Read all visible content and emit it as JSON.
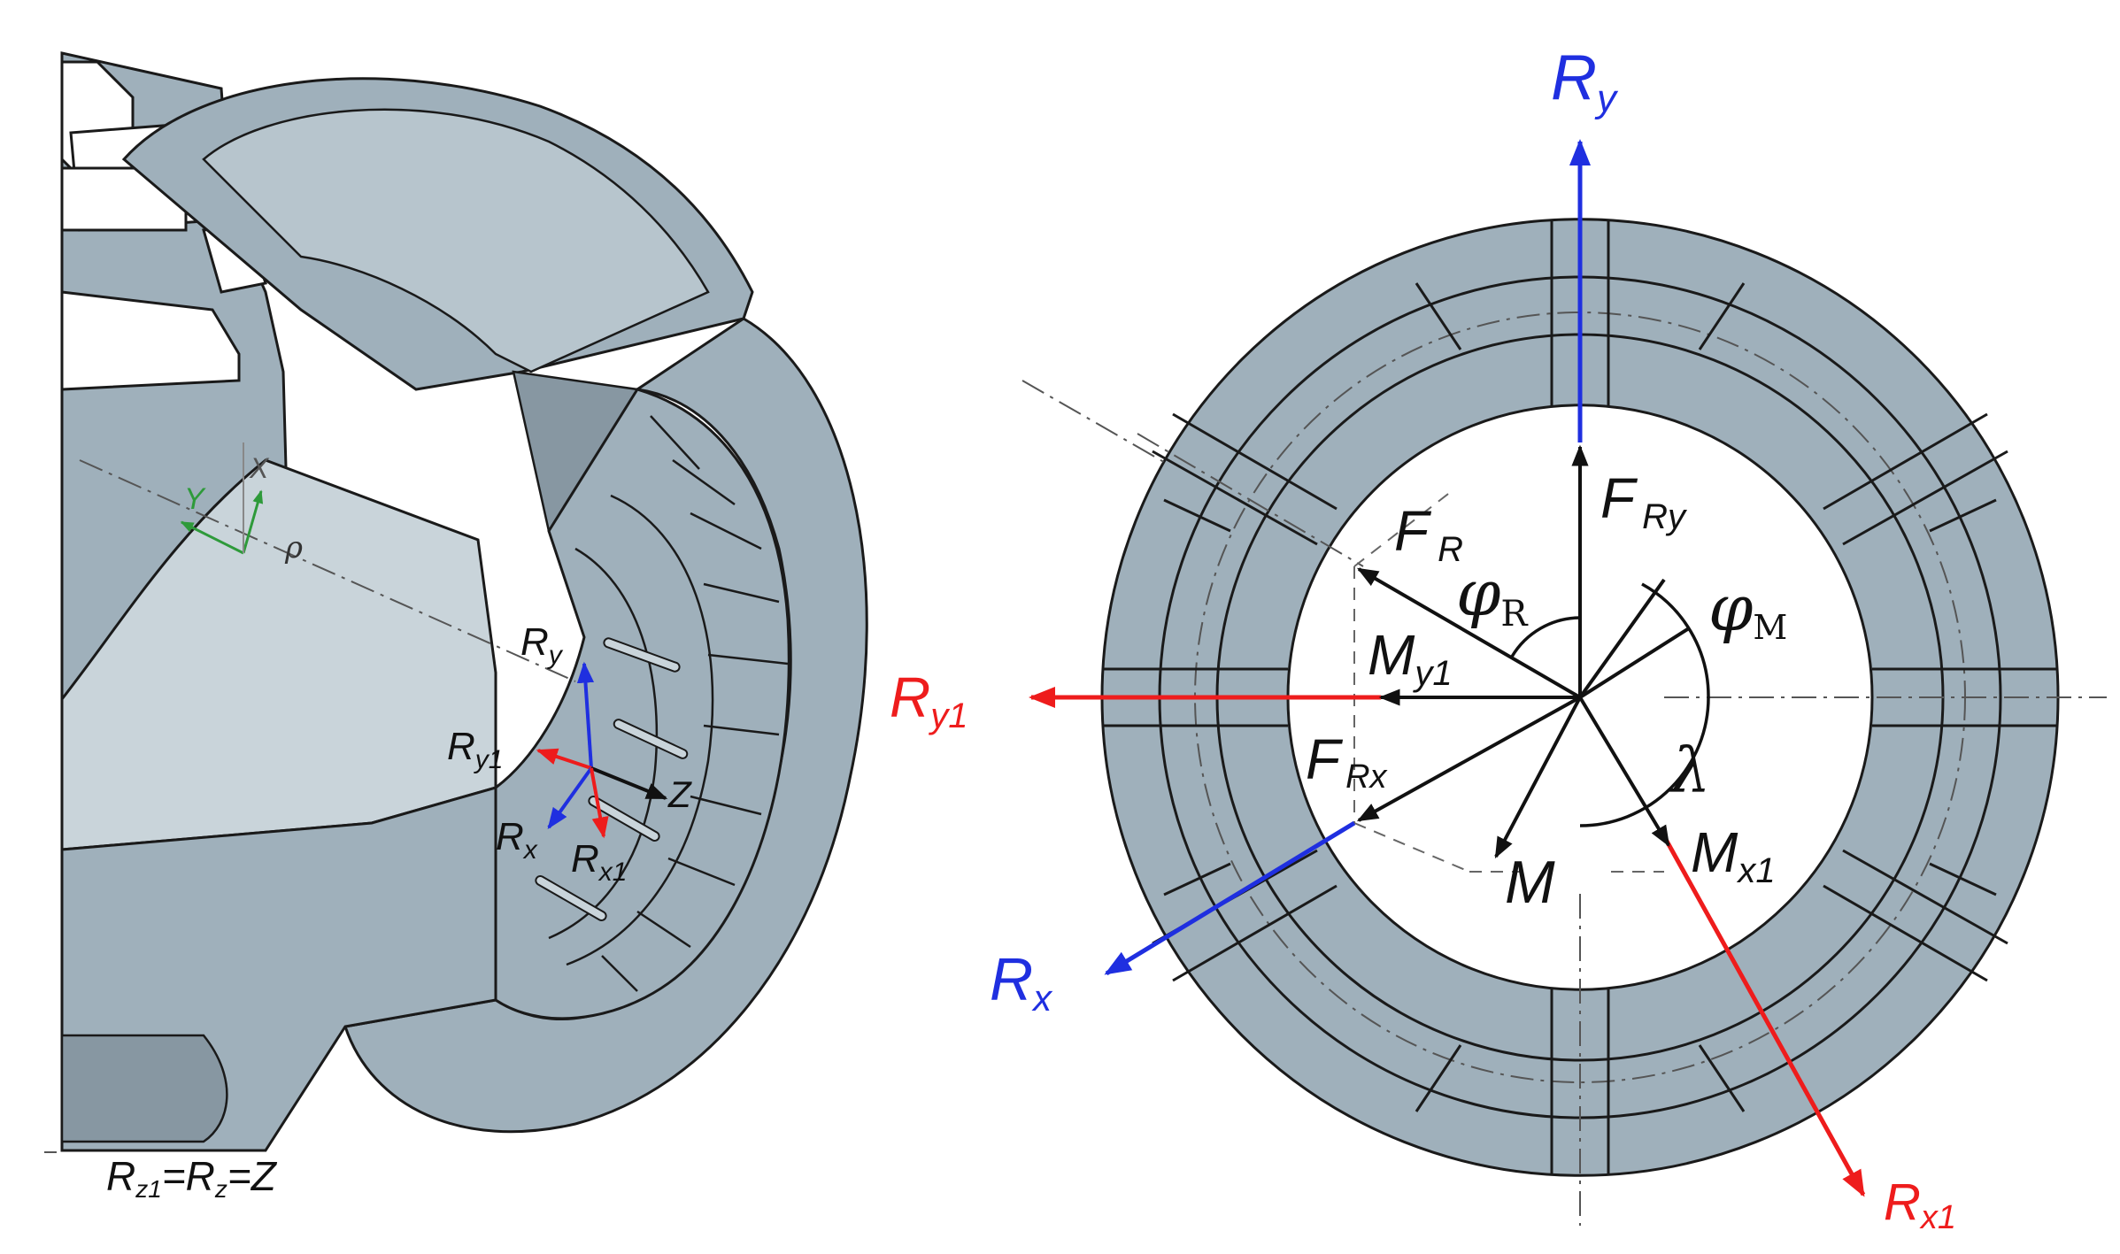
{
  "colors": {
    "part_fill": "#9fb0bb",
    "part_fill_light": "#b7c5cd",
    "part_fill_dark": "#8797a2",
    "bore_fill": "#c9d4da",
    "outline": "#1a1a1a",
    "blue": "#1f2fe0",
    "red": "#ee1c1c",
    "green": "#2e9a3a",
    "text": "#111111"
  },
  "left_view": {
    "frame_axes": {
      "y": "Y",
      "x": "X",
      "rho": "ρ"
    },
    "load_axes": {
      "ry": {
        "main": "R",
        "sub": "y"
      },
      "ry1": {
        "main": "R",
        "sub": "y1"
      },
      "z": "Z",
      "rx": {
        "main": "R",
        "sub": "x"
      },
      "rx1": {
        "main": "R",
        "sub": "x1"
      }
    },
    "equation": {
      "r": "R",
      "sub1": "z1",
      "eq1": "=R",
      "sub2": "z",
      "eq2": "=Z"
    }
  },
  "right_view": {
    "ry": {
      "main": "R",
      "sub": "y"
    },
    "ry1": {
      "main": "R",
      "sub": "y1"
    },
    "rx": {
      "main": "R",
      "sub": "x"
    },
    "rx1": {
      "main": "R",
      "sub": "x1"
    },
    "fry": {
      "main": "F",
      "sub": "Ry"
    },
    "fr": {
      "main": "F",
      "sub": "R"
    },
    "frx": {
      "main": "F",
      "sub": "Rx"
    },
    "my1": {
      "main": "M",
      "sub": "y1"
    },
    "m": {
      "main": "M"
    },
    "mx1": {
      "main": "M",
      "sub": "x1"
    },
    "phi_r": {
      "main": "φ",
      "sub": "R"
    },
    "phi_m": {
      "main": "φ",
      "sub": "M"
    },
    "lambda": "λ"
  }
}
